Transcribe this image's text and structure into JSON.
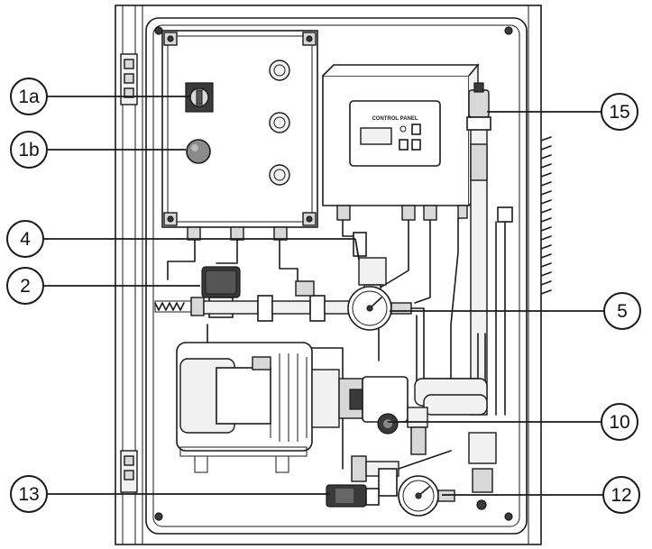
{
  "panel": {
    "display_label": "CONTROL PANEL"
  },
  "callouts": [
    {
      "id": "1a",
      "label": "1a"
    },
    {
      "id": "1b",
      "label": "1b"
    },
    {
      "id": "4",
      "label": "4"
    },
    {
      "id": "2",
      "label": "2"
    },
    {
      "id": "13",
      "label": "13"
    },
    {
      "id": "15",
      "label": "15"
    },
    {
      "id": "5",
      "label": "5"
    },
    {
      "id": "10",
      "label": "10"
    },
    {
      "id": "12",
      "label": "12"
    }
  ]
}
